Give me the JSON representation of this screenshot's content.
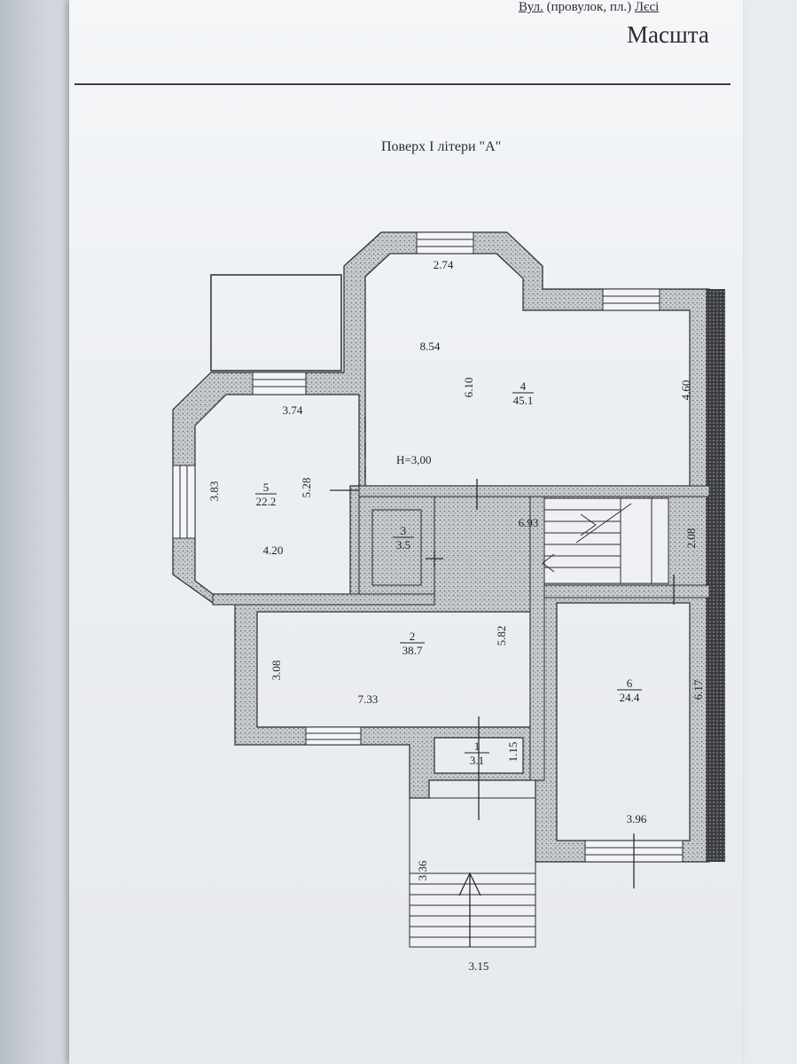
{
  "header": {
    "street_label": "Вул.",
    "street_rest": "(провулок, пл.)",
    "street_value": "Лєсі",
    "scale_label": "Масшта"
  },
  "plan": {
    "title": "Поверх I літери \"А\"",
    "ceiling_height": "Н=3,00",
    "rooms": [
      {
        "number": "2",
        "area": "38.7"
      },
      {
        "number": "3",
        "area": "3.5"
      },
      {
        "number": "4",
        "area": "45.1"
      },
      {
        "number": "5",
        "area": "22.2"
      },
      {
        "number": "6",
        "area": "24.4"
      },
      {
        "number": "1",
        "area": "3.1"
      }
    ],
    "dimensions": [
      "2.74",
      "8.54",
      "6.10",
      "4.60",
      "3.74",
      "3.83",
      "5.28",
      "4.20",
      "6.93",
      "2.08",
      "3.08",
      "5.82",
      "7.33",
      "1.15",
      "6.17",
      "3.96",
      "3.36",
      "3.15"
    ]
  }
}
